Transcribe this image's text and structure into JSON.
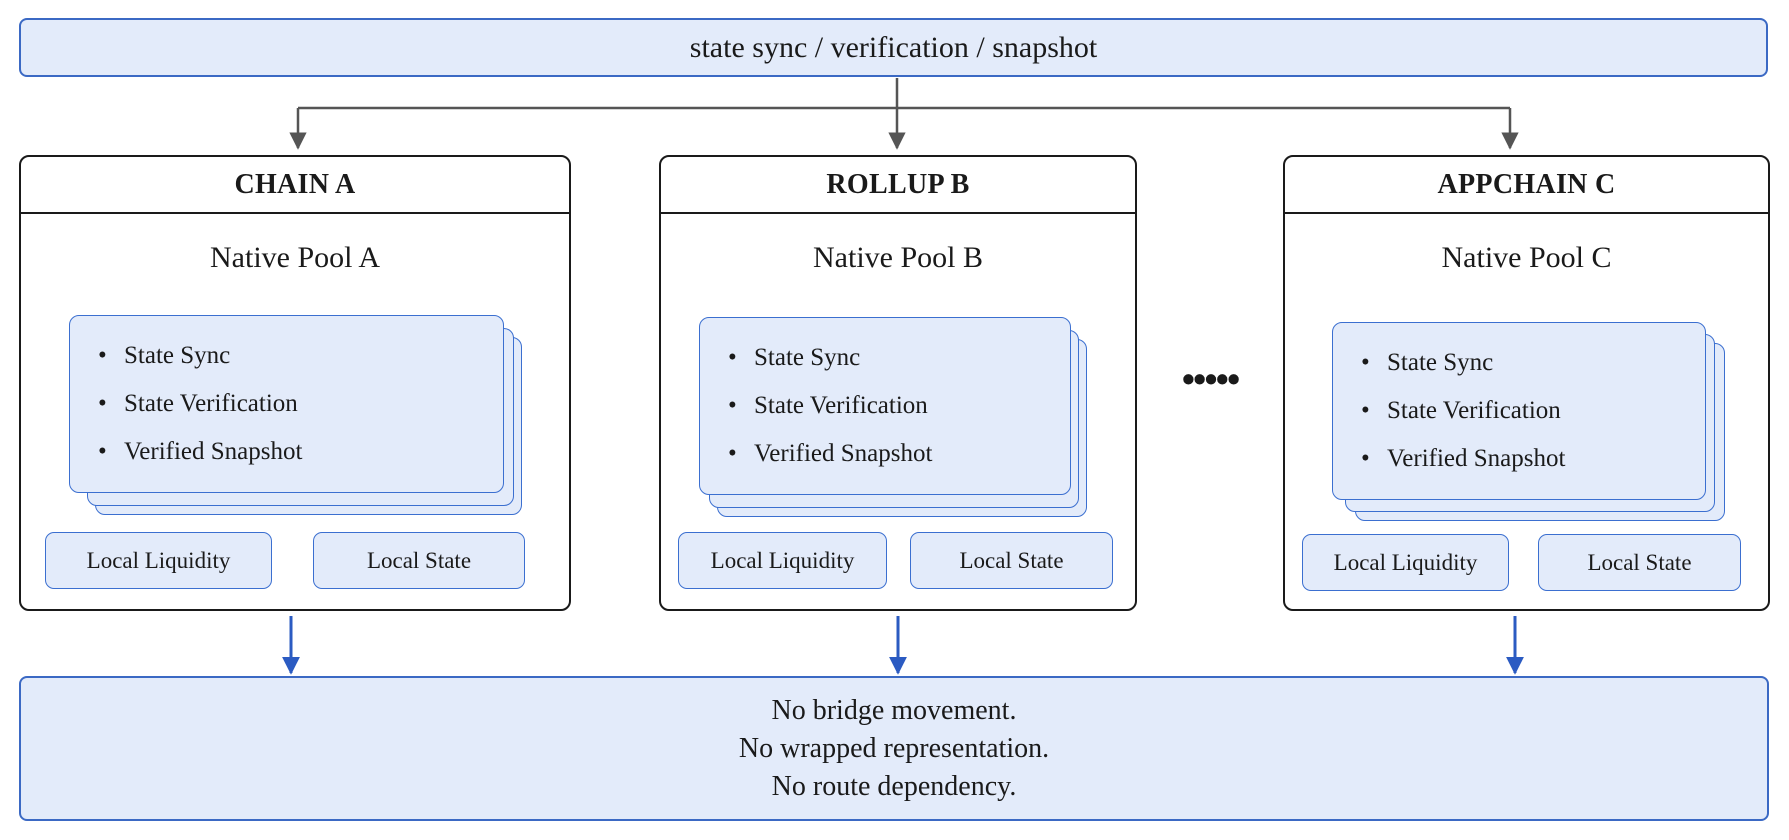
{
  "header": {
    "title": "state sync / verification / snapshot"
  },
  "chains": [
    {
      "name": "CHAIN A",
      "pool": "Native Pool A",
      "items": [
        "State Sync",
        "State Verification",
        "Verified Snapshot"
      ],
      "chips": [
        "Local Liquidity",
        "Local State"
      ]
    },
    {
      "name": "ROLLUP B",
      "pool": "Native Pool B",
      "items": [
        "State Sync",
        "State Verification",
        "Verified Snapshot"
      ],
      "chips": [
        "Local Liquidity",
        "Local State"
      ]
    },
    {
      "name": "APPCHAIN C",
      "pool": "Native Pool C",
      "items": [
        "State Sync",
        "State Verification",
        "Verified Snapshot"
      ],
      "chips": [
        "Local Liquidity",
        "Local State"
      ]
    }
  ],
  "ellipsis": "•••••",
  "footer": {
    "lines": [
      "No bridge movement.",
      "No wrapped representation.",
      "No route dependency."
    ]
  },
  "colors": {
    "fill": "#e3ebfa",
    "accent_border": "#3b69c4",
    "down_arrow": "#2b5bc2",
    "connector": "#555555",
    "outline": "#1a1a1a"
  }
}
